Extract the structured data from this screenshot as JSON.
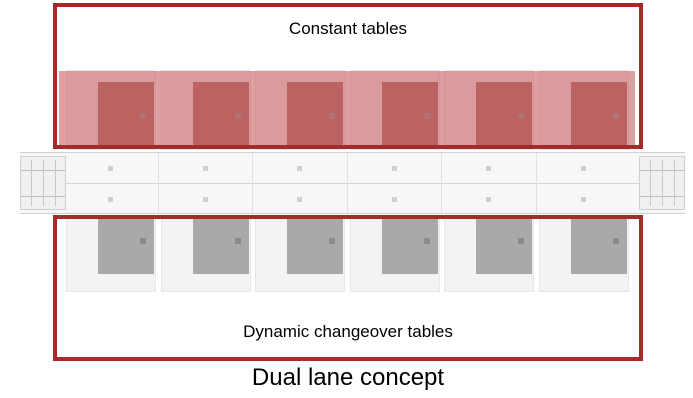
{
  "labels": {
    "top_box": "Constant tables",
    "bottom_box": "Dynamic changeover tables",
    "caption": "Dual lane concept"
  },
  "colors": {
    "box_border": "#a52a2a",
    "constant_overlay": "#c86464",
    "constant_table": "#a2625f",
    "changeover_table": "#a9a9a9"
  },
  "modules": {
    "count": 6
  }
}
